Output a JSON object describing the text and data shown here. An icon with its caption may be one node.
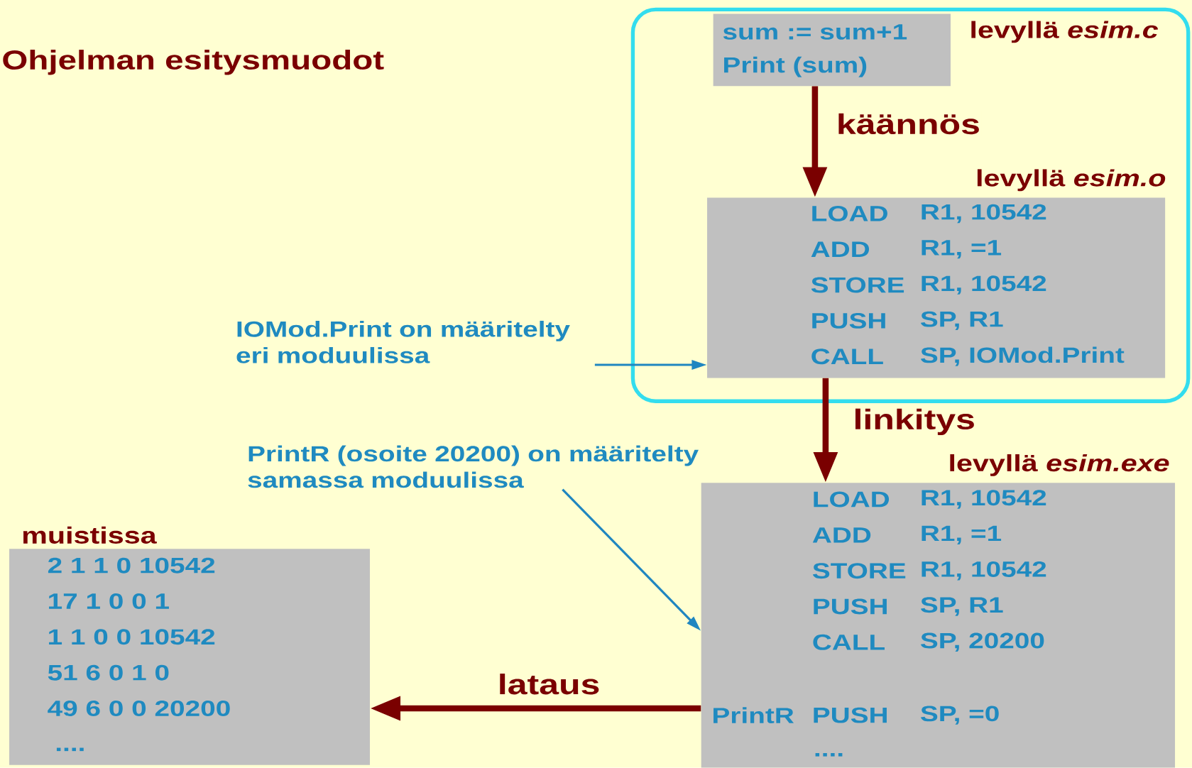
{
  "diagram": {
    "title": "Ohjelman esitysmuodot",
    "nodes": [
      {
        "text": [],
        "shape": "box"
      },
      {
        "text": [
          "sum := sum+1",
          "levyllä *esim.c*",
          "Print (sum)"
        ],
        "in": 0
      },
      {
        "text": [
          "levyllä *esim.o*",
          "LOAD",
          "R1, 10542",
          "ADD",
          "R1, =1",
          "STORE",
          "R1, 10542",
          "PUSH",
          "SP, R1",
          "CALL",
          "SP, IOMod.Print"
        ],
        "in": 0
      },
      {
        "text": [
          "IOMod.Print on määritelty eri moduulissa"
        ]
      },
      {
        "text": [
          "PrintR (osoite 20200) on määritelty samassa moduulissa"
        ]
      },
      {
        "text": [
          "levyllä *esim.exe*",
          "LOAD",
          "R1, 10542",
          "ADD",
          "R1, =1",
          "STORE",
          "R1, 10542",
          "PUSH",
          "SP, R1",
          "CALL",
          "SP, 20200",
          "PrintR",
          "PUSH",
          "SP, =0",
          "...."
        ]
      },
      {
        "text": [
          "muistissa",
          "2 1 1 0 10542",
          "17 1 0 0 1",
          "1 1 0 0 10542",
          "51 6 0 1 0",
          "49 6 0 0 20200",
          "...."
        ]
      }
    ],
    "edges": [
      {
        "from": 1,
        "to": 2,
        "arrow": "to",
        "label": "käännös"
      },
      {
        "from": 2,
        "to": 5,
        "arrow": "to",
        "label": "linkitys"
      },
      {
        "from": 3,
        "to": 2,
        "arrow": "to",
        "color": "#1f86c0"
      },
      {
        "from": 4,
        "to": 5,
        "arrow": "to",
        "color": "#1f86c0"
      },
      {
        "from": 5,
        "to": 6,
        "arrow": "to",
        "label": "lataus"
      }
    ]
  }
}
